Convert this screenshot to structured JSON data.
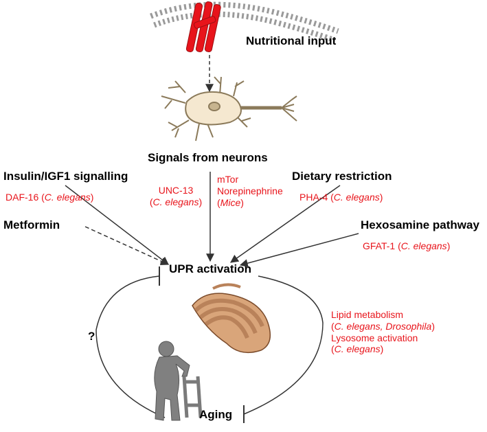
{
  "colors": {
    "black": "#000000",
    "red": "#e8141b",
    "membrane_grey": "#9a9a9a",
    "receptor_red": "#e8141b",
    "neuron_body": "#f5e8d0",
    "neuron_outline": "#8b7a5a",
    "golgi_fill": "#d9a57a",
    "golgi_dark": "#b9825a",
    "elder_grey": "#808080"
  },
  "icons": [
    "cell-membrane-receptor-icon",
    "neuron-icon",
    "endoplasmic-reticulum-icon",
    "elderly-person-walker-icon"
  ],
  "labels": {
    "nutritional_input": "Nutritional input",
    "signals_from_neurons": "Signals from neurons",
    "insulin": "Insulin/IGF1 signalling",
    "daf16_prefix": "DAF-16 (",
    "daf16_species": "C. elegans",
    "daf16_suffix": ")",
    "unc13_line1": "UNC-13",
    "unc13_line2_prefix": "(",
    "unc13_species": "C. elegans",
    "unc13_line2_suffix": ")",
    "mtor": "mTor",
    "norepinephrine": "Norepinephrine",
    "mice_prefix": "(",
    "mice": "Mice",
    "mice_suffix": ")",
    "dietary_restriction": "Dietary restriction",
    "pha4_prefix": "PHA-4 (",
    "pha4_species": "C. elegans",
    "pha4_suffix": ")",
    "metformin": "Metformin",
    "hexosamine": "Hexosamine pathway",
    "gfat1_prefix": "GFAT-1 (",
    "gfat1_species": "C. elegans",
    "gfat1_suffix": ")",
    "upr_activation": "UPR activation",
    "lipid_metabolism": "Lipid metabolism",
    "lipid_prefix": "(",
    "lipid_species1": "C. elegans, Drosophila",
    "lipid_suffix": ")",
    "lysosome_activation": "Lysosome activation",
    "lyso_prefix": "(",
    "lyso_species": "C. elegans",
    "lyso_suffix": ")",
    "question": "?",
    "aging": "Aging"
  }
}
